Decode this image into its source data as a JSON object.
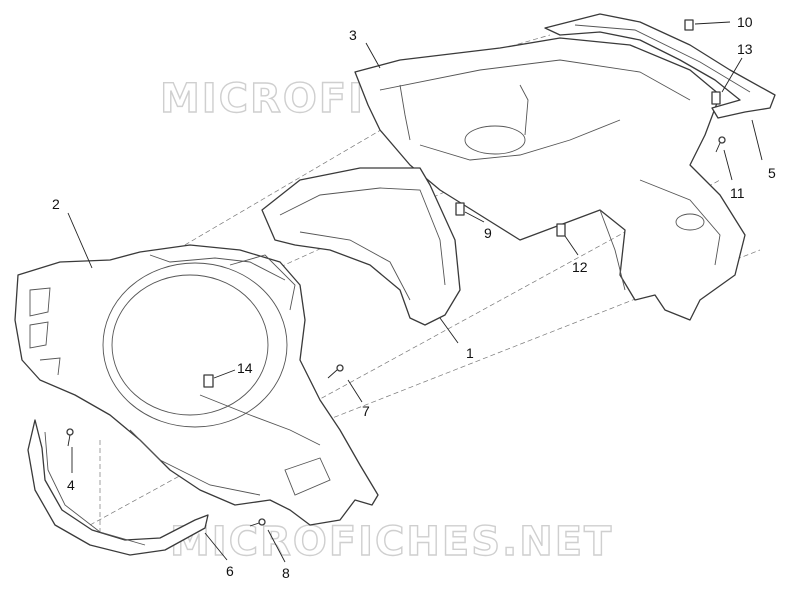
{
  "watermarks": [
    "MICROFICHES.NET",
    "MICROFICHES.NET"
  ],
  "callouts": {
    "c1": "1",
    "c2": "2",
    "c3": "3",
    "c4": "4",
    "c5": "5",
    "c6": "6",
    "c7": "7",
    "c8": "8",
    "c9": "9",
    "c10": "10",
    "c11": "11",
    "c12": "12",
    "c13": "13",
    "c14": "14"
  }
}
